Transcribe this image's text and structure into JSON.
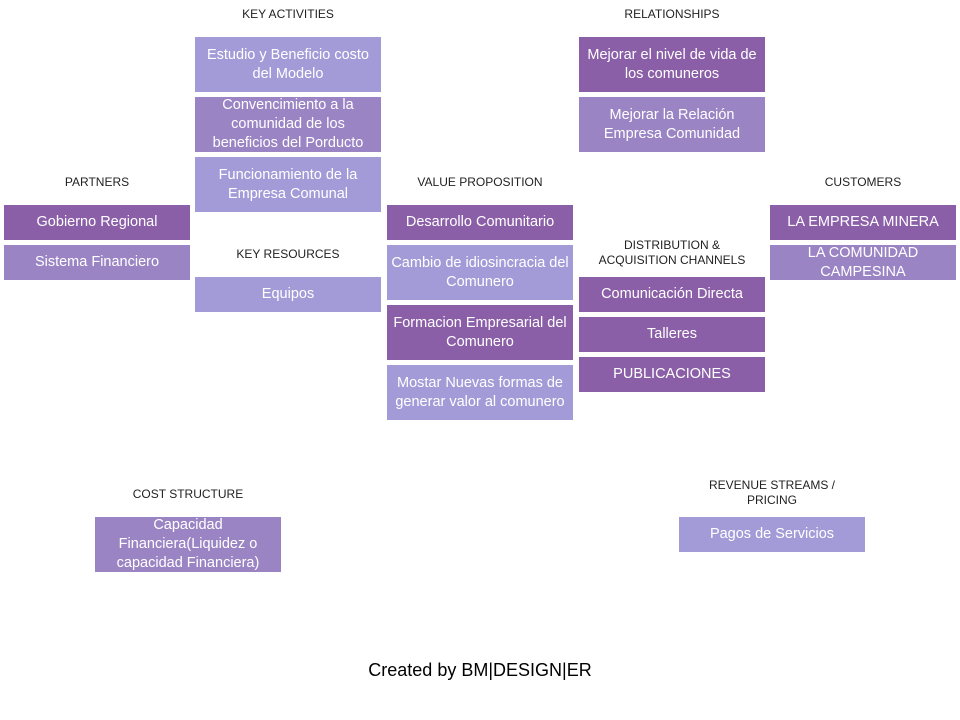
{
  "headers": {
    "key_activities": "KEY ACTIVITIES",
    "relationships": "RELATIONSHIPS",
    "partners": "PARTNERS",
    "value_proposition": "VALUE PROPOSITION",
    "customers": "CUSTOMERS",
    "key_resources": "KEY RESOURCES",
    "distribution": "DISTRIBUTION  &  ACQUISITION  CHANNELS",
    "cost_structure": "COST  STRUCTURE",
    "revenue_streams": "REVENUE  STREAMS  /  PRICING"
  },
  "key_activities": [
    "Estudio y Beneficio costo del Modelo",
    "Convencimiento a la comunidad de los beneficios del Porducto",
    "Funcionamiento de la Empresa Comunal"
  ],
  "relationships": [
    "Mejorar el nivel de vida de los comuneros",
    "Mejorar la Relación Empresa Comunidad"
  ],
  "partners": [
    "Gobierno Regional",
    "Sistema Financiero"
  ],
  "key_resources": [
    "Equipos"
  ],
  "value_proposition": [
    "Desarrollo Comunitario",
    "Cambio de idiosincracia del Comunero",
    "Formacion Empresarial del Comunero",
    "Mostar Nuevas formas de generar valor al comunero"
  ],
  "customers": [
    "LA EMPRESA MINERA",
    "LA COMUNIDAD CAMPESINA"
  ],
  "distribution": [
    "Comunicación Directa",
    "Talleres",
    "PUBLICACIONES"
  ],
  "cost_structure": [
    "Capacidad Financiera(Liquidez o capacidad Financiera)"
  ],
  "revenue_streams": [
    "Pagos de Servicios"
  ],
  "colors": {
    "light": "#a39bd8",
    "mid": "#9a84c4",
    "dark": "#8a5fa8"
  },
  "footer": "Created by BM|DESIGN|ER"
}
